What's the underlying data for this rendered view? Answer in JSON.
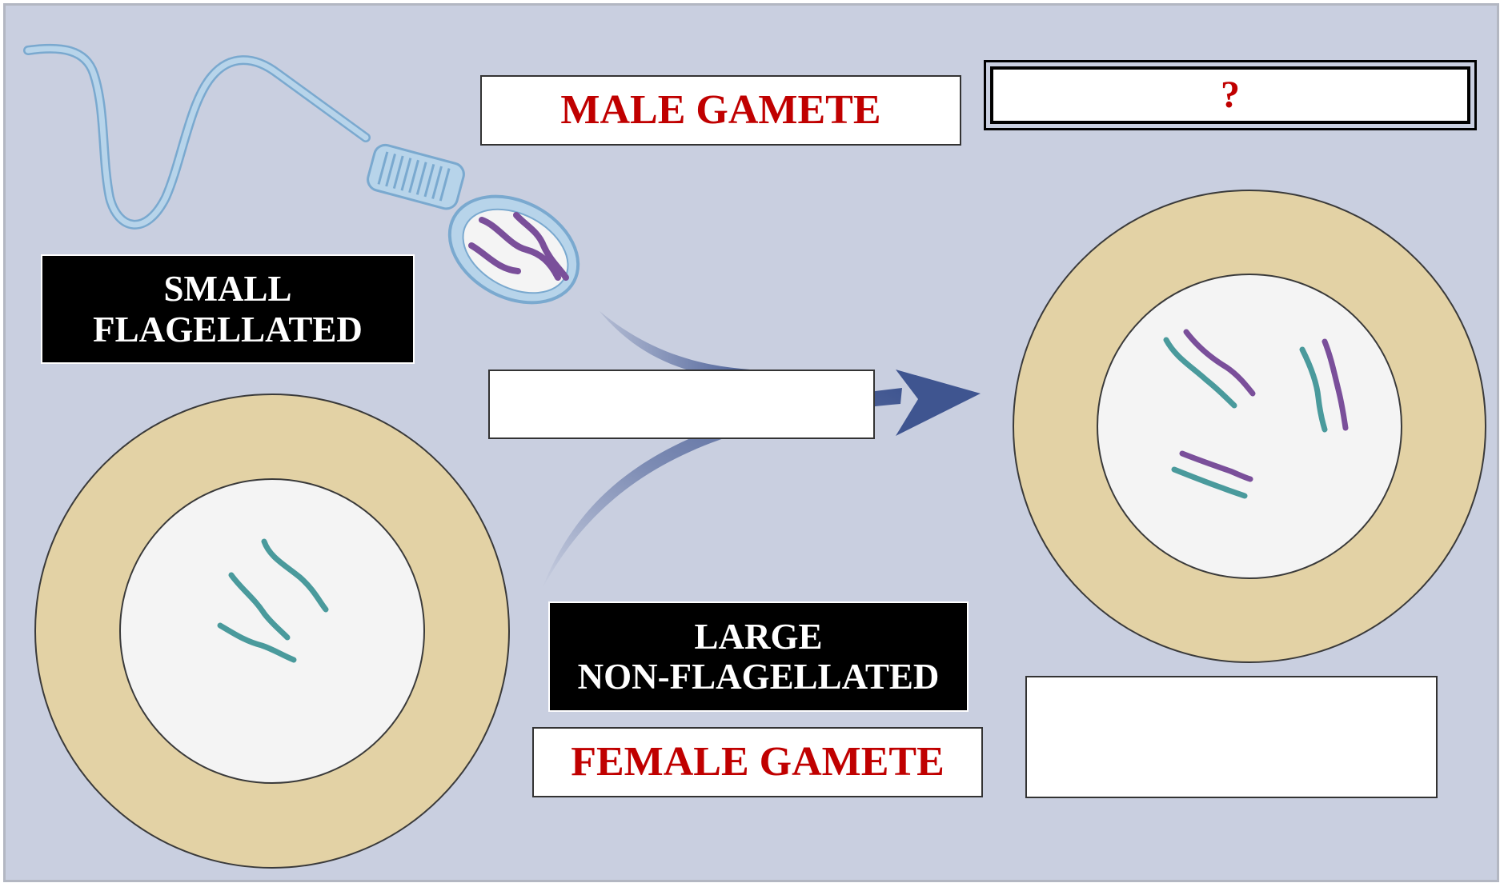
{
  "labels": {
    "male_gamete": "MALE GAMETE",
    "unknown": "?",
    "small_flagellated_line1": "SMALL",
    "small_flagellated_line2": "FLAGELLATED",
    "large_line1": "LARGE",
    "large_line2": "NON-FLAGELLATED",
    "female_gamete": "FEMALE GAMETE",
    "arrow_blank": "",
    "zygote_blank": ""
  },
  "colors": {
    "background": "#c9cfe0",
    "label_red": "#c00000",
    "cytoplasm": "#e3d2a5",
    "nucleus": "#f4f4f4",
    "chromosome_teal": "#4a9a9c",
    "chromosome_purple": "#7a4f9a",
    "sperm_blue": "#a9cbe6",
    "arrow_blue": "#3f5590"
  },
  "icons": [
    "sperm-cell-icon",
    "egg-cell-icon",
    "zygote-cell-icon",
    "fertilization-arrow-icon"
  ]
}
